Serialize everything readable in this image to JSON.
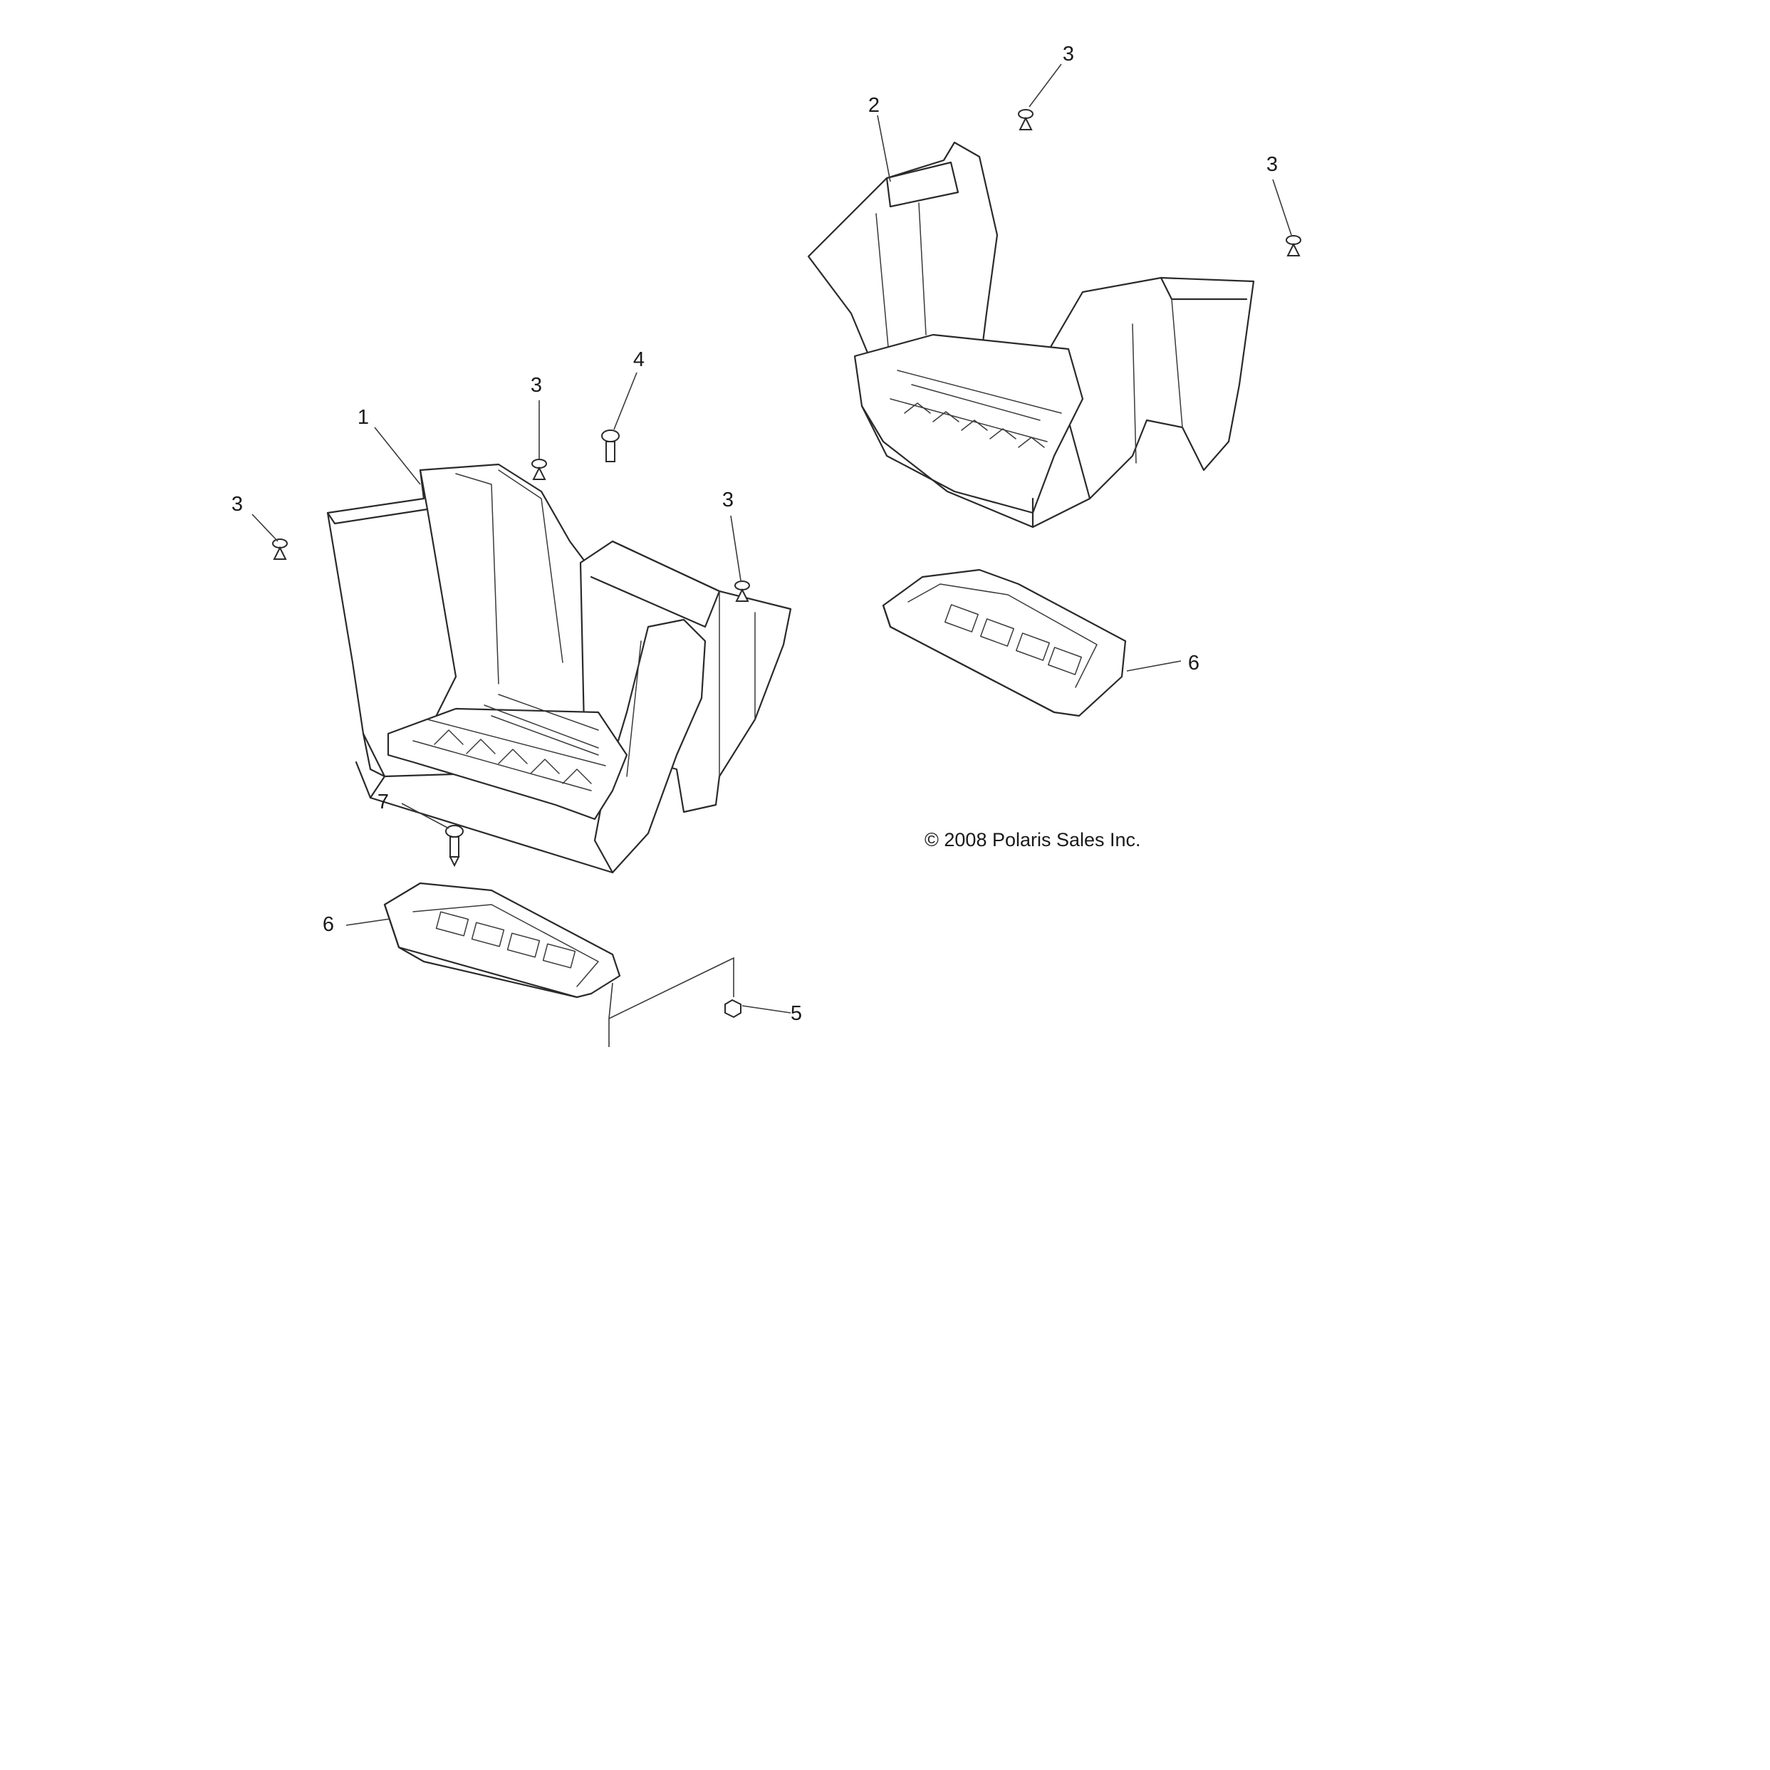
{
  "diagram": {
    "callouts": [
      {
        "id": "c1",
        "label": "1"
      },
      {
        "id": "c2",
        "label": "2"
      },
      {
        "id": "c3a",
        "label": "3"
      },
      {
        "id": "c3b",
        "label": "3"
      },
      {
        "id": "c3c",
        "label": "3"
      },
      {
        "id": "c3d",
        "label": "3"
      },
      {
        "id": "c3e",
        "label": "3"
      },
      {
        "id": "c4",
        "label": "4"
      },
      {
        "id": "c5",
        "label": "5"
      },
      {
        "id": "c6a",
        "label": "6"
      },
      {
        "id": "c6b",
        "label": "6"
      },
      {
        "id": "c7",
        "label": "7"
      }
    ],
    "copyright": "© 2008 Polaris Sales Inc."
  }
}
